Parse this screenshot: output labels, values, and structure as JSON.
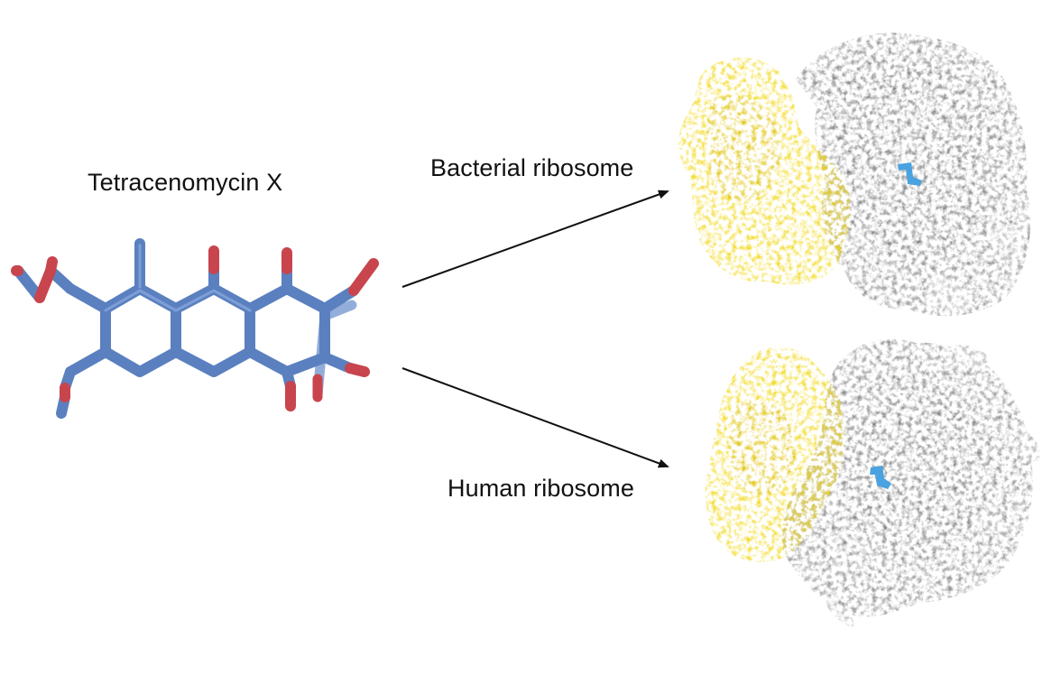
{
  "molecule": {
    "name": "Tetracenomycin X",
    "bond_color": "#5b80c0",
    "oxygen_color": "#c8454d"
  },
  "targets": [
    {
      "label": "Bacterial ribosome",
      "subunit_large_color": "#8d8d8d",
      "subunit_small_color": "#f2d60e",
      "ligand_color": "#4aa3e0"
    },
    {
      "label": "Human ribosome",
      "subunit_large_color": "#8d8d8d",
      "subunit_small_color": "#f2d60e",
      "ligand_color": "#4aa3e0"
    }
  ],
  "arrow_color": "#111111"
}
